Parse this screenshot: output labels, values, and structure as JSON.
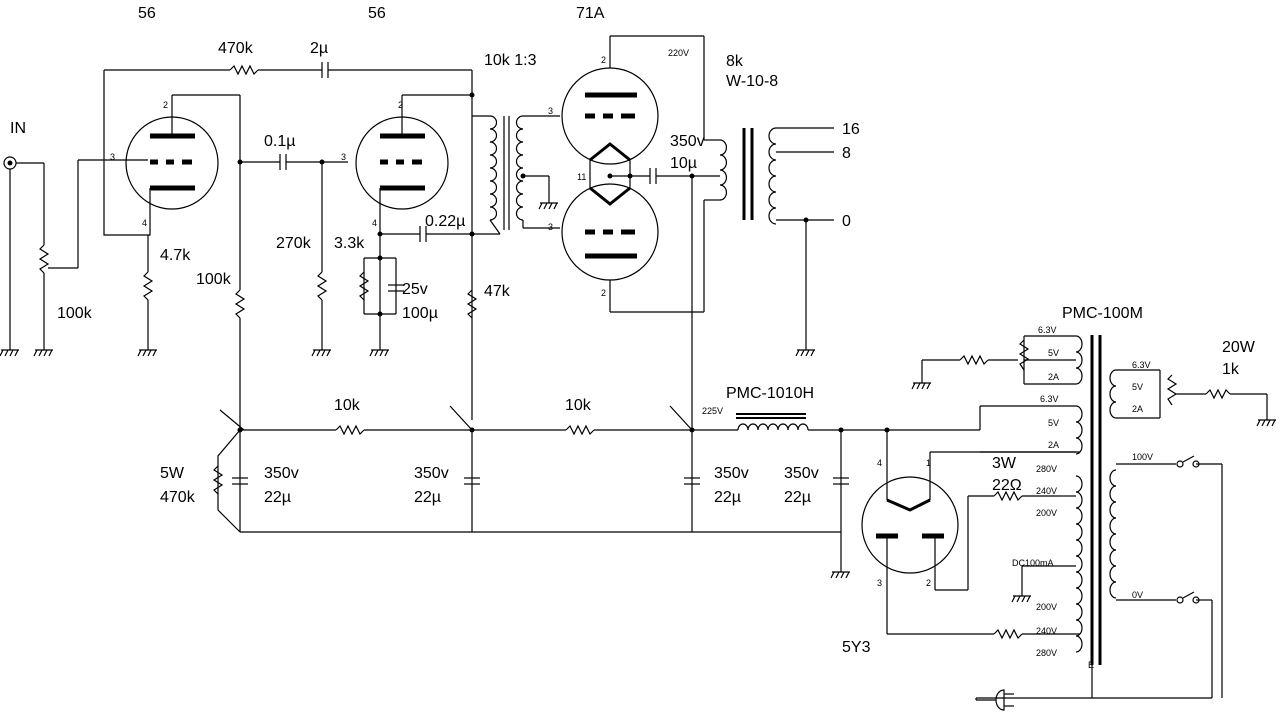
{
  "tubes": {
    "v1": "56",
    "v2": "56",
    "v3": "71A",
    "rect": "5Y3"
  },
  "input": {
    "label": "IN",
    "pot": "100k"
  },
  "stage1": {
    "cathode_r": "4.7k",
    "plate_r": "100k",
    "fb_r": "470k",
    "fb_c": "2µ",
    "coupling_c": "0.1µ"
  },
  "stage2": {
    "grid_r": "270k",
    "cathode_r": "3.3k",
    "bypass_v": "25v",
    "bypass_c": "100µ",
    "plate_r": "47k",
    "fb_c": "0.22µ"
  },
  "interstage": {
    "label": "10k 1:3"
  },
  "output": {
    "b_label": "220V",
    "c_v": "350v",
    "c_c": "10µ",
    "trans_line1": "8k",
    "trans_line2": "W-10-8",
    "taps": [
      "16",
      "8",
      "0"
    ]
  },
  "supply": {
    "drop_r1": "10k",
    "drop_r2": "10k",
    "bleeder_w": "5W",
    "bleeder_r": "470k",
    "cap_v": "350v",
    "cap_c": "22µ",
    "choke": "PMC-1010H",
    "choke_v": "225V",
    "power_trans": "PMC-100M",
    "series_w": "3W",
    "series_r": "22Ω",
    "heater_w": "20W",
    "heater_r": "1k",
    "dc_current": "DC100mA",
    "taps_top": [
      "6.3V",
      "5V",
      "2A"
    ],
    "taps_mid": [
      "6.3V",
      "5V",
      "2A"
    ],
    "taps_rect": [
      "280V",
      "240V",
      "200V"
    ],
    "taps_rect2": [
      "200V",
      "240V",
      "280V"
    ],
    "taps_right": [
      "6.3V",
      "5V",
      "2A"
    ],
    "primary": [
      "100V",
      "0V"
    ],
    "e_label": "E"
  },
  "pins": {
    "p2": "2",
    "p3": "3",
    "p4": "4",
    "p11": "11",
    "p1": "1"
  }
}
